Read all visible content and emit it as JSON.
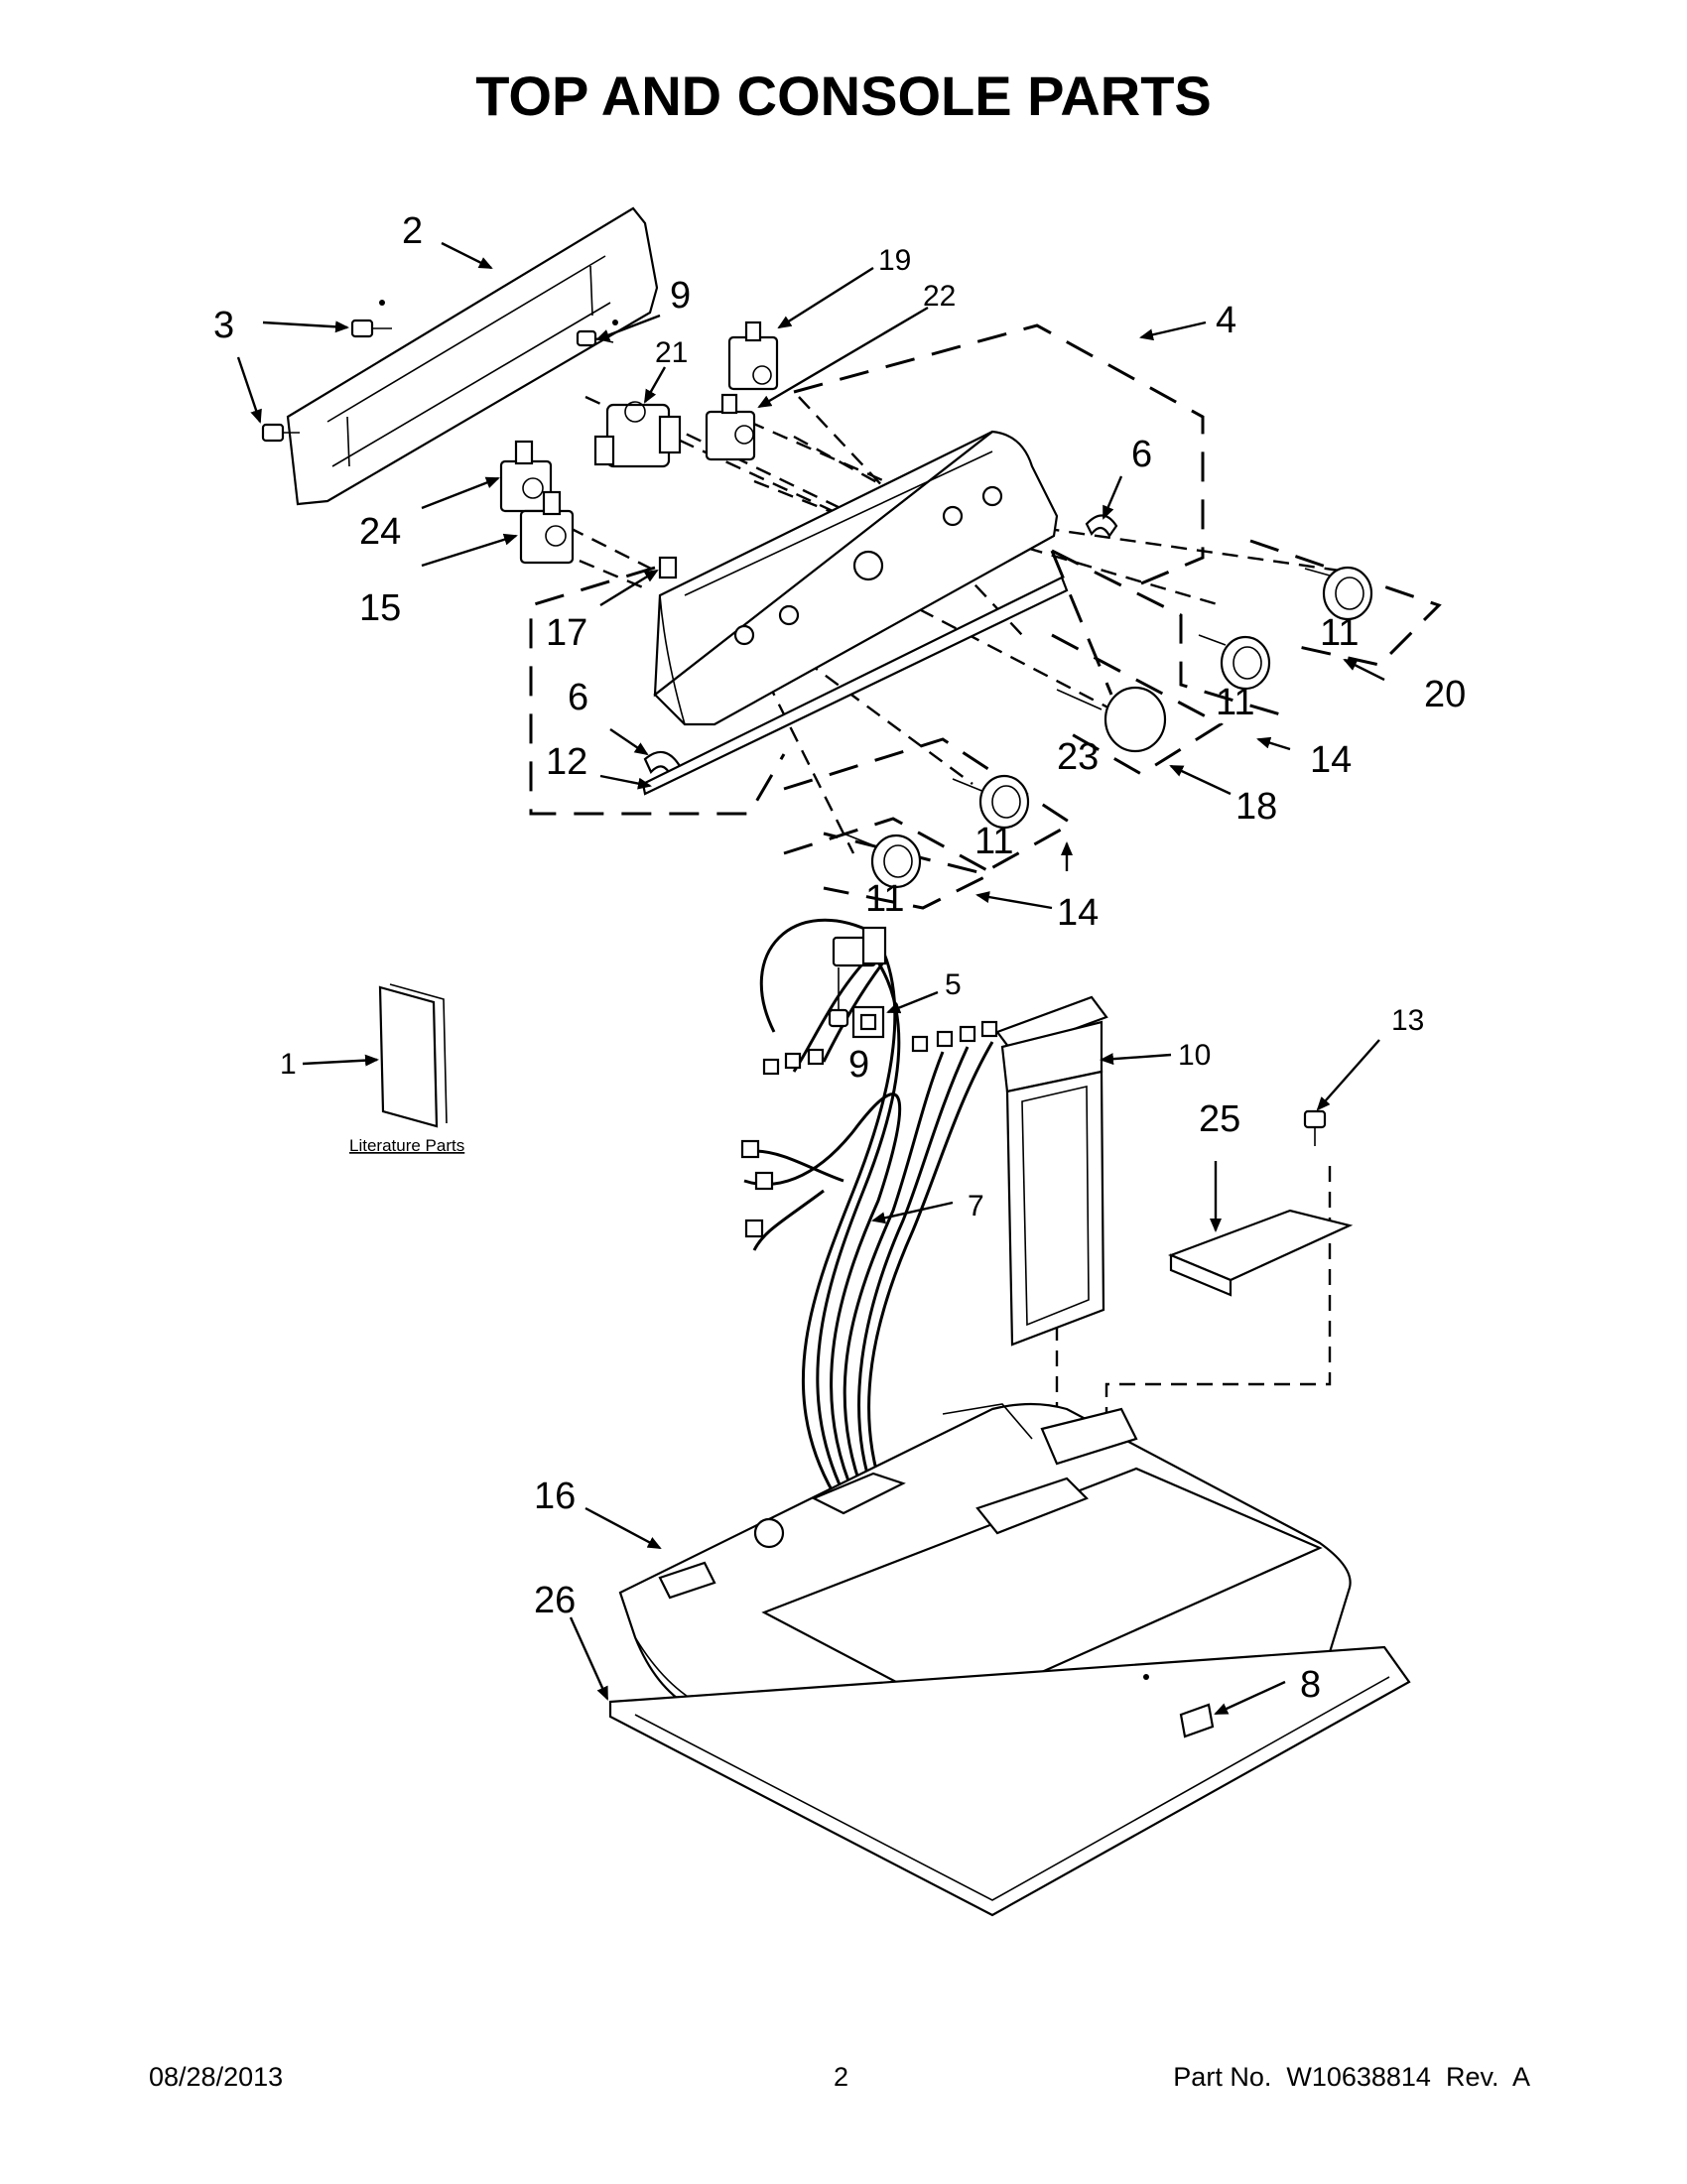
{
  "title": "TOP AND CONSOLE PARTS",
  "literature_label": "Literature Parts",
  "callouts": {
    "c1": "1",
    "c2": "2",
    "c3a": "3",
    "c3b": "3",
    "c4": "4",
    "c5": "5",
    "c6a": "6",
    "c6b": "6",
    "c7": "7",
    "c8": "8",
    "c9a": "9",
    "c9b": "9",
    "c10": "10",
    "c11a": "11",
    "c11b": "11",
    "c11c": "11",
    "c11d": "11",
    "c12": "12",
    "c13": "13",
    "c14a": "14",
    "c14b": "14",
    "c15": "15",
    "c16": "16",
    "c17": "17",
    "c18": "18",
    "c19": "19",
    "c20": "20",
    "c21": "21",
    "c22": "22",
    "c23": "23",
    "c24": "24",
    "c25": "25",
    "c26": "26"
  },
  "footer": {
    "date": "08/28/2013",
    "page": "2",
    "part_number": "Part No.  W10638814  Rev.  A"
  }
}
